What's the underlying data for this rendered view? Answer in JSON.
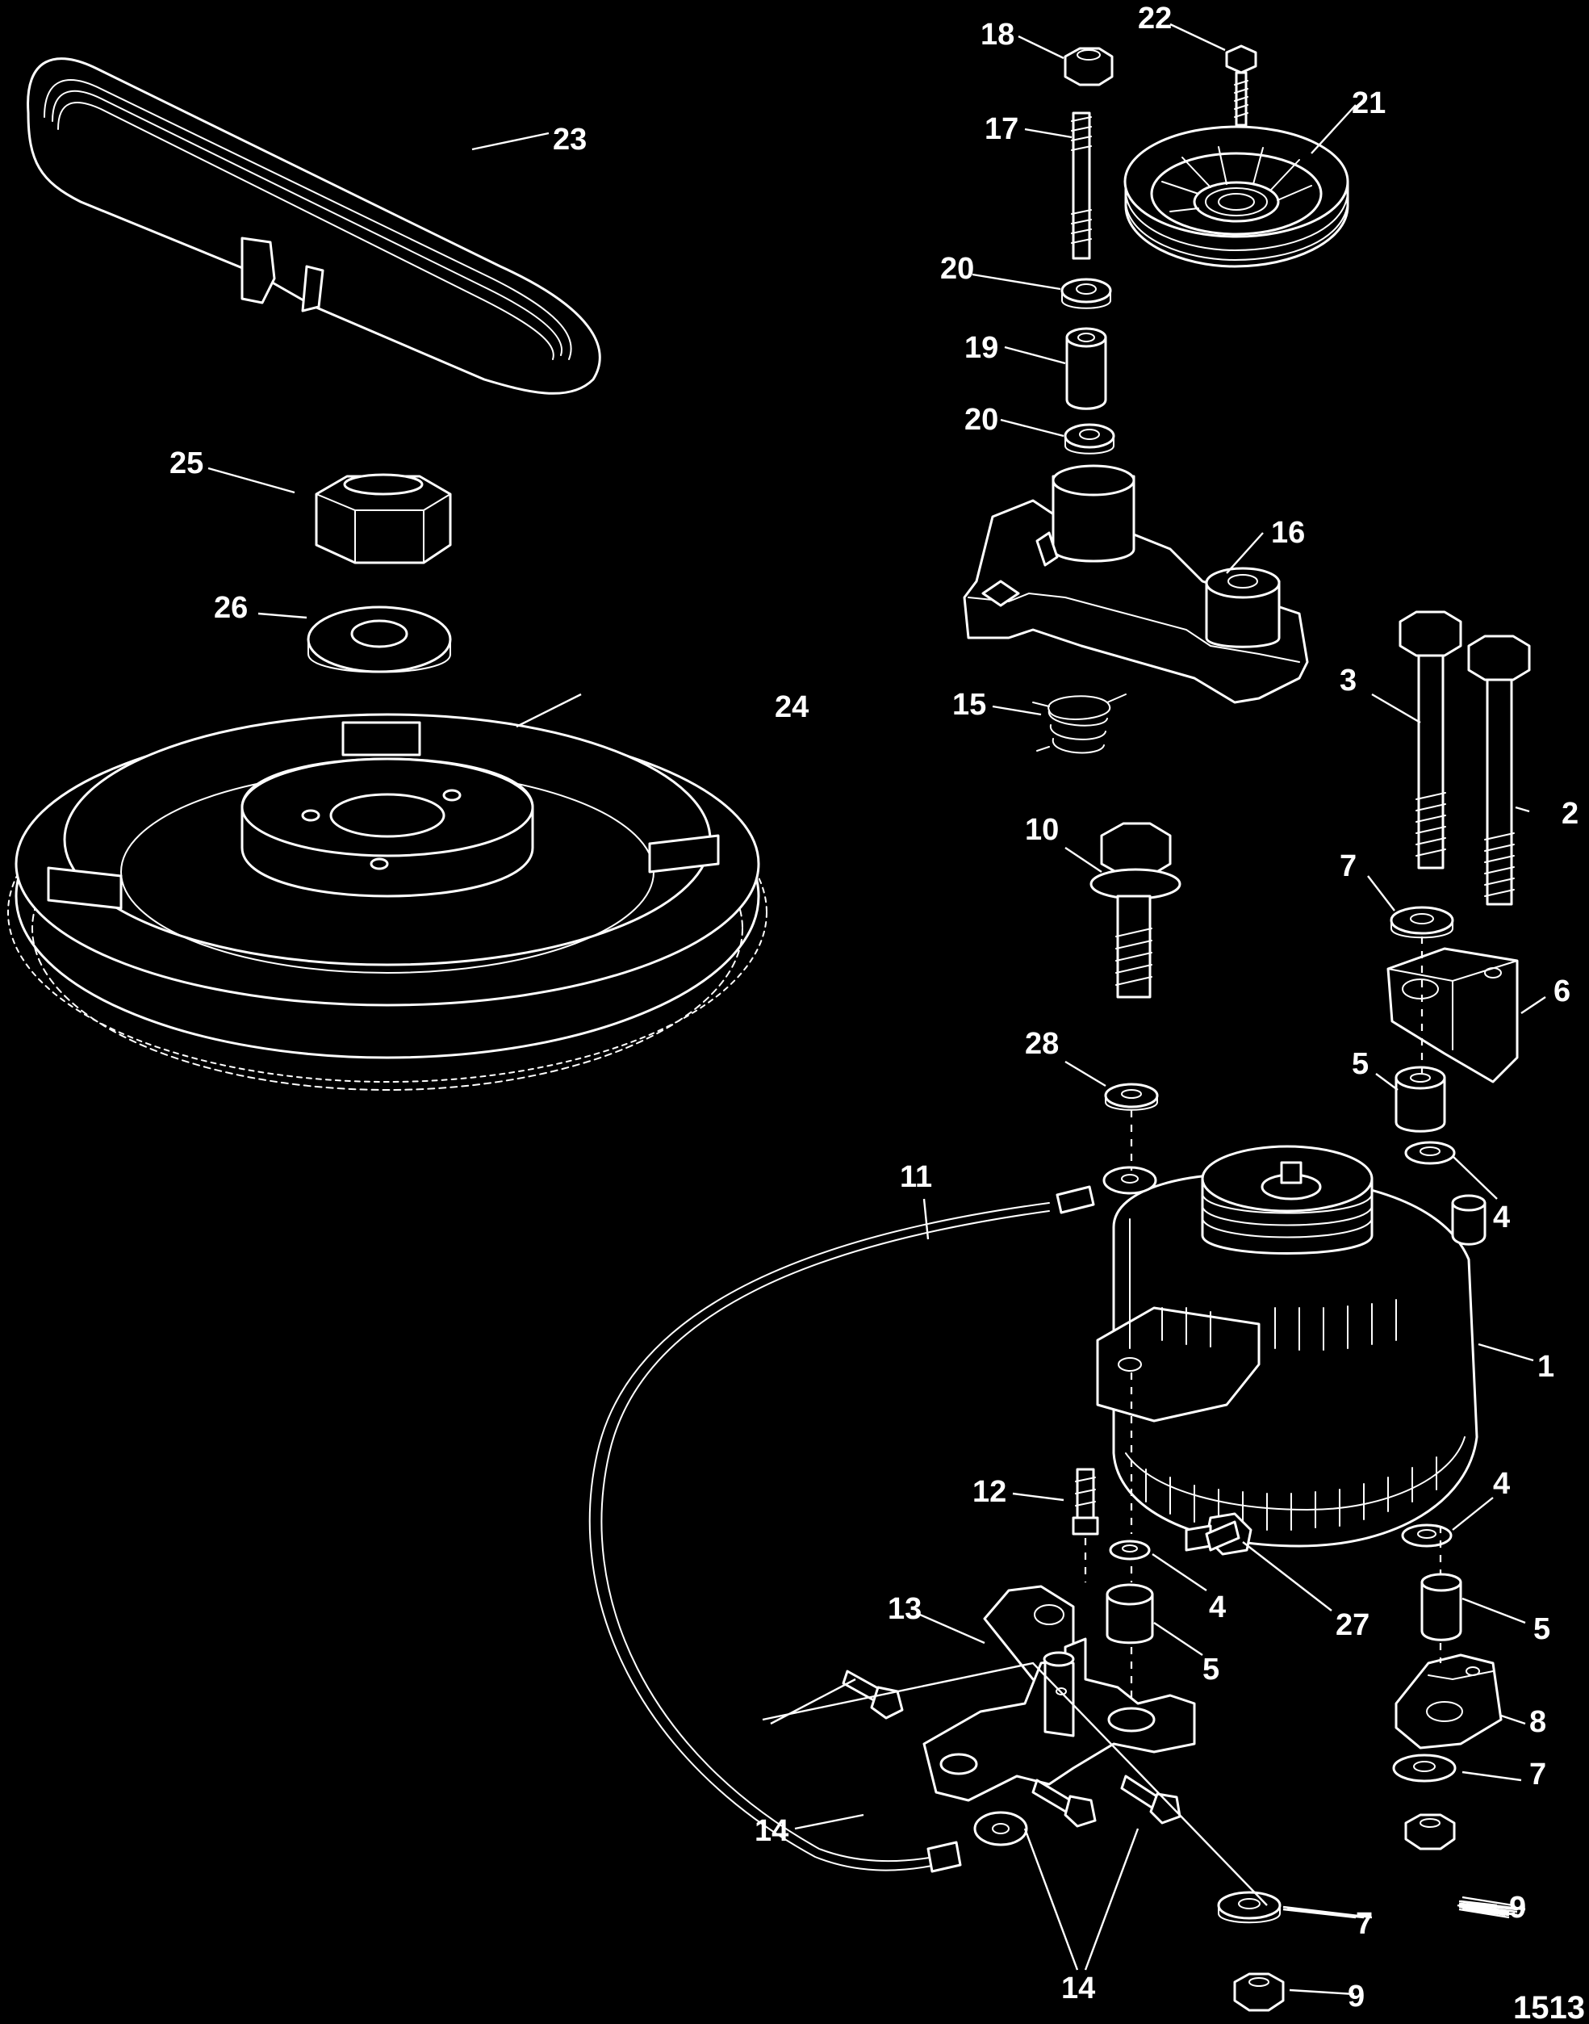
{
  "figure_number": "1513",
  "callouts": [
    {
      "key": "c1",
      "label": "1"
    },
    {
      "key": "c2",
      "label": "2"
    },
    {
      "key": "c3",
      "label": "3"
    },
    {
      "key": "c4a",
      "label": "4"
    },
    {
      "key": "c4b",
      "label": "4"
    },
    {
      "key": "c4c",
      "label": "4"
    },
    {
      "key": "c5a",
      "label": "5"
    },
    {
      "key": "c5b",
      "label": "5"
    },
    {
      "key": "c5c",
      "label": "5"
    },
    {
      "key": "c6",
      "label": "6"
    },
    {
      "key": "c7a",
      "label": "7"
    },
    {
      "key": "c7b",
      "label": "7"
    },
    {
      "key": "c7c",
      "label": "7"
    },
    {
      "key": "c8",
      "label": "8"
    },
    {
      "key": "c9a",
      "label": "9"
    },
    {
      "key": "c9b",
      "label": "9"
    },
    {
      "key": "c10",
      "label": "10"
    },
    {
      "key": "c11",
      "label": "11"
    },
    {
      "key": "c12",
      "label": "12"
    },
    {
      "key": "c13",
      "label": "13"
    },
    {
      "key": "c14a",
      "label": "14"
    },
    {
      "key": "c14b",
      "label": "14"
    },
    {
      "key": "c15",
      "label": "15"
    },
    {
      "key": "c16",
      "label": "16"
    },
    {
      "key": "c17",
      "label": "17"
    },
    {
      "key": "c18",
      "label": "18"
    },
    {
      "key": "c19",
      "label": "19"
    },
    {
      "key": "c20a",
      "label": "20"
    },
    {
      "key": "c20b",
      "label": "20"
    },
    {
      "key": "c21",
      "label": "21"
    },
    {
      "key": "c22",
      "label": "22"
    },
    {
      "key": "c23",
      "label": "23"
    },
    {
      "key": "c24",
      "label": "24"
    },
    {
      "key": "c25",
      "label": "25"
    },
    {
      "key": "c26",
      "label": "26"
    },
    {
      "key": "c27",
      "label": "27"
    },
    {
      "key": "c28",
      "label": "28"
    }
  ]
}
